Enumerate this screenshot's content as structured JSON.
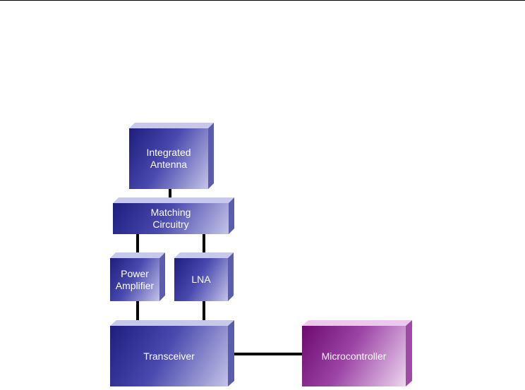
{
  "blocks": {
    "antenna": "Integrated\nAntenna",
    "matching": "Matching\nCircuitry",
    "power_amp": "Power\nAmplifier",
    "lna": "LNA",
    "transceiver": "Transceiver",
    "microcontroller": "Microcontroller"
  },
  "colors": {
    "block_blue": "#3a3a9c",
    "block_purple": "#8a2a92",
    "connector": "#000000"
  }
}
